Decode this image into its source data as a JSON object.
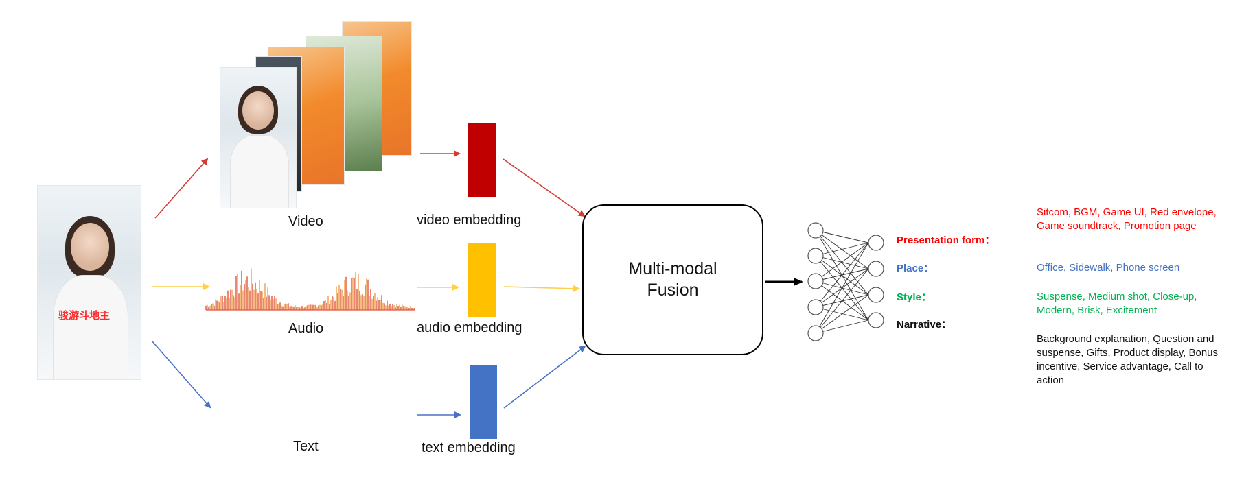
{
  "sample": {
    "caption": "骏游斗地主"
  },
  "modalities": {
    "video": {
      "label": "Video",
      "embedding": "video embedding",
      "color": "#c00000"
    },
    "audio": {
      "label": "Audio",
      "embedding": "audio embedding",
      "color": "#ffc000"
    },
    "text": {
      "label": "Text",
      "embedding": "text embedding",
      "color": "#4472c4"
    }
  },
  "fusion": {
    "line1": "Multi-modal",
    "line2": "Fusion"
  },
  "outputs": [
    {
      "category": "Presentation form：",
      "color": "#ff0000",
      "values": "Sitcom, BGM, Game UI, Red envelope, Game soundtrack, Promotion page"
    },
    {
      "category": "Place：",
      "color": "#4472c4",
      "values": "Office, Sidewalk, Phone screen"
    },
    {
      "category": "Style：",
      "color": "#00b050",
      "values": "Suspense, Medium shot, Close-up, Modern, Brisk, Excitement"
    },
    {
      "category": "Narrative：",
      "color": "#111111",
      "values": "Background explanation, Question and suspense, Gifts, Product display, Bonus incentive, Service advantage, Call to action"
    }
  ]
}
